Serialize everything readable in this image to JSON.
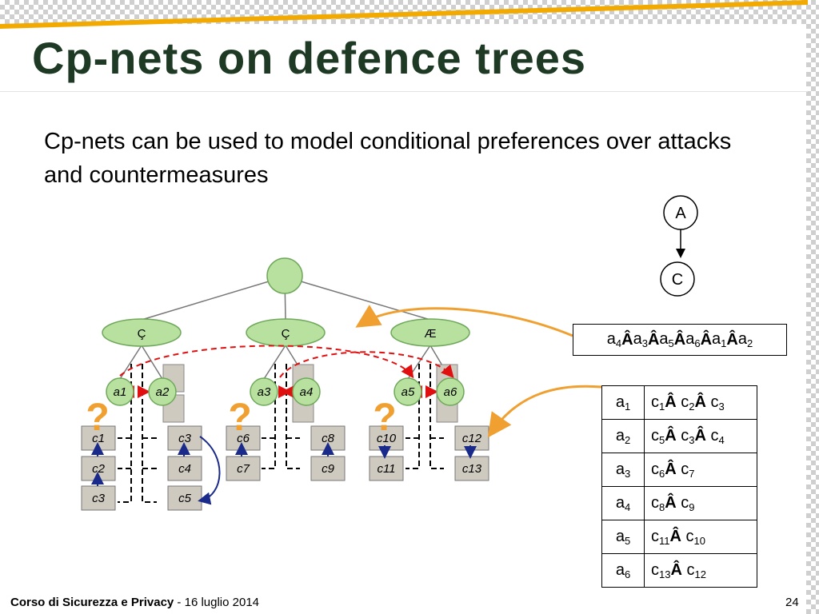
{
  "slide": {
    "title": "Cp-nets on defence trees",
    "body": "Cp-nets can be used to model conditional preferences over attacks and countermeasures",
    "footer_course": "Corso di Sicurezza e Privacy",
    "footer_date": " - 16 luglio 2014",
    "page_number": "24"
  },
  "cpnet": {
    "node_a": "A",
    "node_c": "C"
  },
  "tree": {
    "gates": [
      "Ç",
      "Ç",
      "Æ"
    ],
    "attacks": [
      "a1",
      "a2",
      "a3",
      "a4",
      "a5",
      "a6"
    ],
    "countermeasures": [
      "c1",
      "c2",
      "c3",
      "c3",
      "c4",
      "c5",
      "c6",
      "c7",
      "c8",
      "c9",
      "c10",
      "c11",
      "c12",
      "c13"
    ],
    "question_mark": "?"
  },
  "preference_sequence": {
    "items": [
      {
        "base": "a",
        "sub": "4"
      },
      {
        "base": "a",
        "sub": "3"
      },
      {
        "base": "a",
        "sub": "5"
      },
      {
        "base": "a",
        "sub": "6"
      },
      {
        "base": "a",
        "sub": "1"
      },
      {
        "base": "a",
        "sub": "2"
      }
    ],
    "sep": "Â"
  },
  "preference_table": {
    "sep": "Â",
    "rows": [
      {
        "attack": "a",
        "attack_sub": "1",
        "prefs": [
          {
            "b": "c",
            "s": "1"
          },
          {
            "b": "c",
            "s": "2"
          },
          {
            "b": "c",
            "s": "3"
          }
        ]
      },
      {
        "attack": "a",
        "attack_sub": "2",
        "prefs": [
          {
            "b": "c",
            "s": "5"
          },
          {
            "b": "c",
            "s": "3"
          },
          {
            "b": "c",
            "s": "4"
          }
        ]
      },
      {
        "attack": "a",
        "attack_sub": "3",
        "prefs": [
          {
            "b": "c",
            "s": "6"
          },
          {
            "b": "c",
            "s": "7"
          }
        ]
      },
      {
        "attack": "a",
        "attack_sub": "4",
        "prefs": [
          {
            "b": "c",
            "s": "8"
          },
          {
            "b": "c",
            "s": "9"
          }
        ]
      },
      {
        "attack": "a",
        "attack_sub": "5",
        "prefs": [
          {
            "b": "c",
            "s": "11"
          },
          {
            "b": "c",
            "s": "10"
          }
        ]
      },
      {
        "attack": "a",
        "attack_sub": "6",
        "prefs": [
          {
            "b": "c",
            "s": "13"
          },
          {
            "b": "c",
            "s": "12"
          }
        ]
      }
    ]
  },
  "colors": {
    "gold": "#f2a900",
    "title": "#1e3a24",
    "node_fill": "#b8e1a0",
    "node_stroke": "#6fa85a",
    "box_fill": "#cfcabf",
    "arrow_blue": "#1a2a8a",
    "arrow_red": "#e01010",
    "arrow_orange": "#f0a030"
  }
}
